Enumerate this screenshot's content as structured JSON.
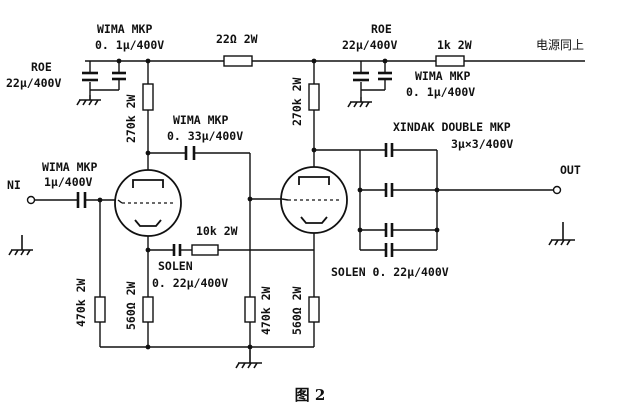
{
  "caption": "图 2",
  "labels": {
    "wima_mkp_top": "WIMA MKP",
    "wima_mkp_top_value": "0. 1μ/400V",
    "roe_left": "ROE",
    "roe_left_value": "22μ/400V",
    "r22_2w": "22Ω 2W",
    "roe_right": "ROE",
    "roe_right_value": "22μ/400V",
    "r1k_2w": "1k 2W",
    "power_note": "电源同上",
    "wima_mkp_right": "WIMA MKP",
    "wima_mkp_right_value": "0. 1μ/400V",
    "r270k_left": "270k 2W",
    "wima_mkp_coupling": "WIMA MKP",
    "wima_mkp_coupling_value": "0. 33μ/400V",
    "r270k_right": "270k 2W",
    "xindak": "XINDAK DOUBLE MKP",
    "xindak_value": "3μ×3/400V",
    "wima_mkp_input": "WIMA MKP",
    "wima_mkp_input_value": "1μ/400V",
    "input": "NI",
    "output": "OUT",
    "r10k_2w": "10k 2W",
    "solen_left": "SOLEN",
    "solen_left_value": "0. 22μ/400V",
    "solen_right": "SOLEN 0. 22μ/400V",
    "r470k_left": "470k 2W",
    "r560_left": "560Ω 2W",
    "r470k_right": "470k 2W",
    "r560_right": "560Ω 2W"
  }
}
